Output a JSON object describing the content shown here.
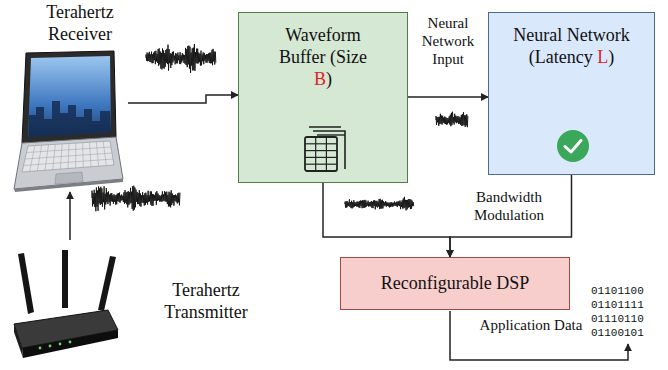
{
  "diagram": {
    "nodes": [
      {
        "text": [
          "Terahertz Receiver"
        ]
      },
      {
        "text": [
          "Waveform Buffer (Size B)"
        ]
      },
      {
        "text": [
          "Neural Network (Latency L)"
        ]
      },
      {
        "text": [
          "Reconfigurable DSP"
        ]
      },
      {
        "text": [
          "Terahertz Transmitter"
        ]
      }
    ],
    "edges": [
      {
        "from": 4,
        "to": 0,
        "arrow": "to"
      },
      {
        "from": 0,
        "to": 1,
        "arrow": "to"
      },
      {
        "from": 1,
        "to": 2,
        "label": "Neural Network Input",
        "arrow": "to"
      },
      {
        "from": 1,
        "to": 3,
        "arrow": "to"
      },
      {
        "from": 2,
        "to": 3,
        "label": "Bandwidth Modulation",
        "arrow": "to"
      }
    ],
    "labels": [
      "Application Data",
      "01101100",
      "01101111",
      "01110110",
      "01100101"
    ]
  }
}
